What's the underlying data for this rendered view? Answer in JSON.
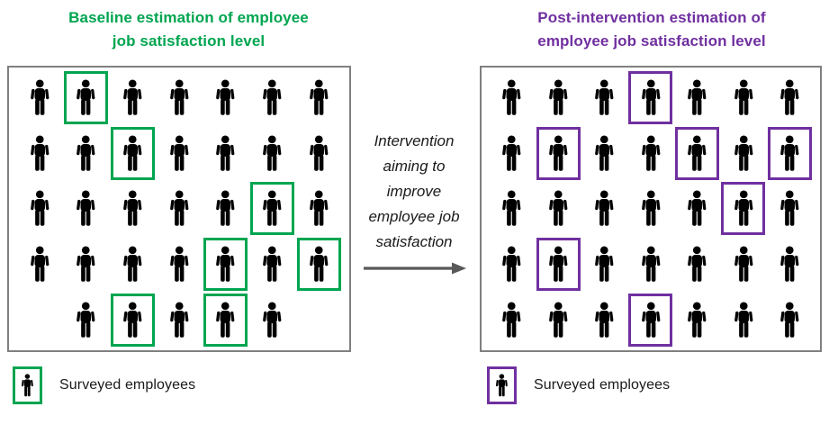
{
  "colors": {
    "green_accent": "#00A550",
    "purple_accent": "#7030A0",
    "panel_border": "#808080",
    "arrow": "#595959",
    "icon": "#000000"
  },
  "left_panel": {
    "title_line1": "Baseline estimation of employee",
    "title_line2": "job satisfaction level",
    "legend_label": "Surveyed employees",
    "grid": [
      [
        "P",
        "B",
        "P",
        "P",
        "P",
        "P",
        "P"
      ],
      [
        "P",
        "P",
        "B",
        "P",
        "P",
        "P",
        "P"
      ],
      [
        "P",
        "P",
        "P",
        "P",
        "P",
        "B",
        "P"
      ],
      [
        "P",
        "P",
        "P",
        "P",
        "B",
        "P",
        "B"
      ],
      [
        "",
        "P",
        "B",
        "P",
        "B",
        "P",
        ""
      ]
    ]
  },
  "middle": {
    "caption": "Intervention aiming to improve employee job satisfaction"
  },
  "right_panel": {
    "title_line1": "Post-intervention estimation of",
    "title_line2": "employee job satisfaction level",
    "legend_label": "Surveyed employees",
    "grid": [
      [
        "P",
        "P",
        "P",
        "B",
        "P",
        "P",
        "P"
      ],
      [
        "P",
        "B",
        "P",
        "P",
        "B",
        "P",
        "B"
      ],
      [
        "P",
        "P",
        "P",
        "P",
        "P",
        "B",
        "P"
      ],
      [
        "P",
        "B",
        "P",
        "P",
        "P",
        "P",
        "P"
      ],
      [
        "P",
        "P",
        "P",
        "B",
        "P",
        "P",
        "P"
      ]
    ]
  }
}
